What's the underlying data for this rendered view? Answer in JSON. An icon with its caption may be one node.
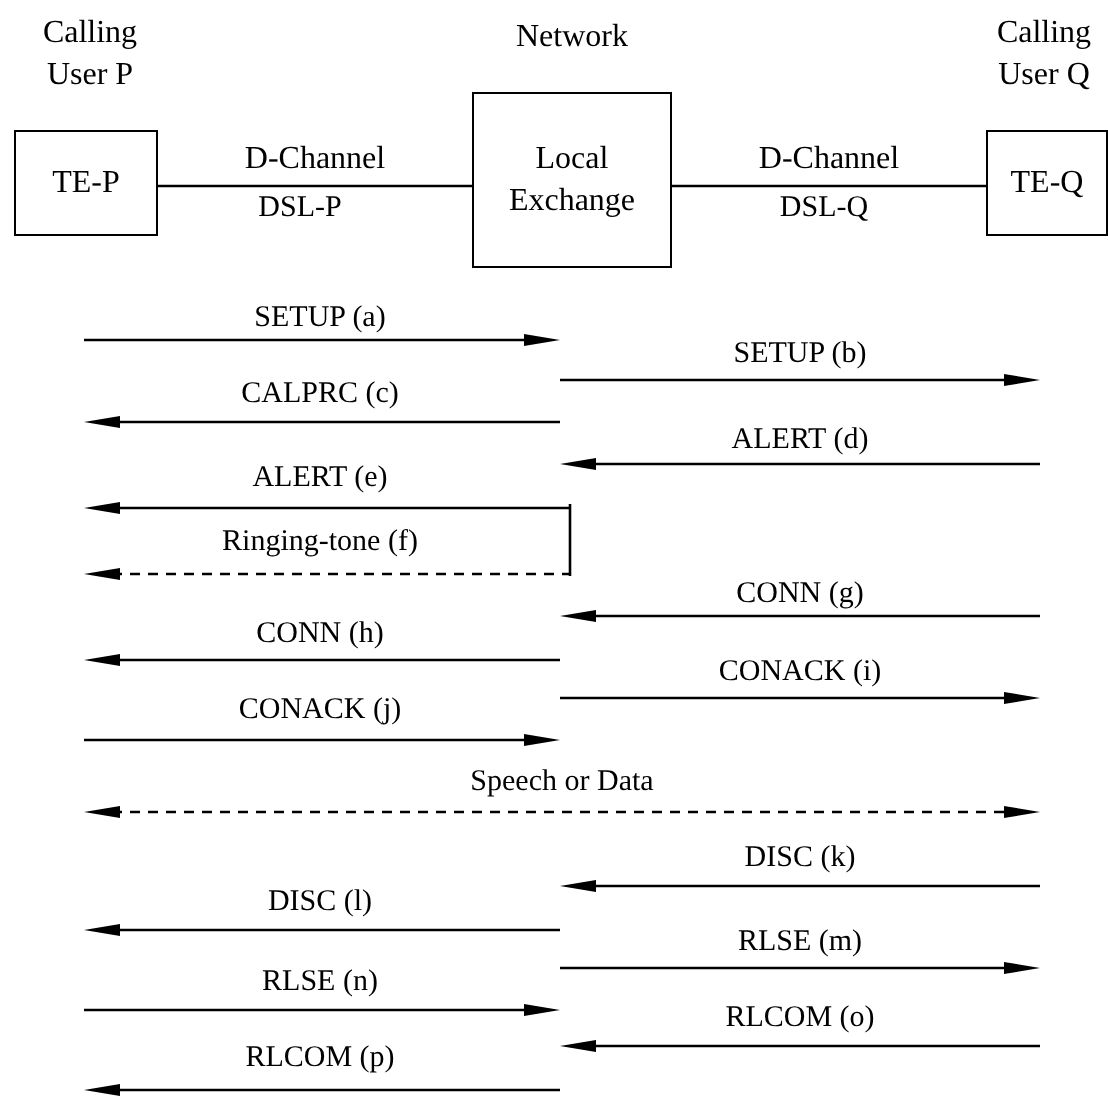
{
  "diagram": {
    "nodes": [
      {
        "text": [
          "TE-P"
        ],
        "beside": [
          "Calling User P"
        ]
      },
      {
        "text": [
          "Local Exchange"
        ],
        "beside": [
          "Network"
        ]
      },
      {
        "text": [
          "TE-Q"
        ],
        "beside": [
          "Calling User Q"
        ]
      }
    ],
    "edges": [
      {
        "from": 0,
        "to": 1,
        "arrow": "none",
        "label": "D-Channel"
      },
      {
        "from": 1,
        "to": 2,
        "arrow": "none",
        "label": "D-Channel"
      }
    ],
    "labels": [
      "DSL-P",
      "DSL-Q",
      "SETUP (a)",
      "SETUP (b)",
      "CALPRC (c)",
      "ALERT (d)",
      "ALERT (e)",
      "Ringing-tone (f)",
      "CONN (g)",
      "CONN (h)",
      "CONACK (i)",
      "CONACK (j)",
      "Speech or Data",
      "DISC (k)",
      "DISC (l)",
      "RLSE (m)",
      "RLSE (n)",
      "RLCOM (o)",
      "RLCOM (p)"
    ]
  }
}
